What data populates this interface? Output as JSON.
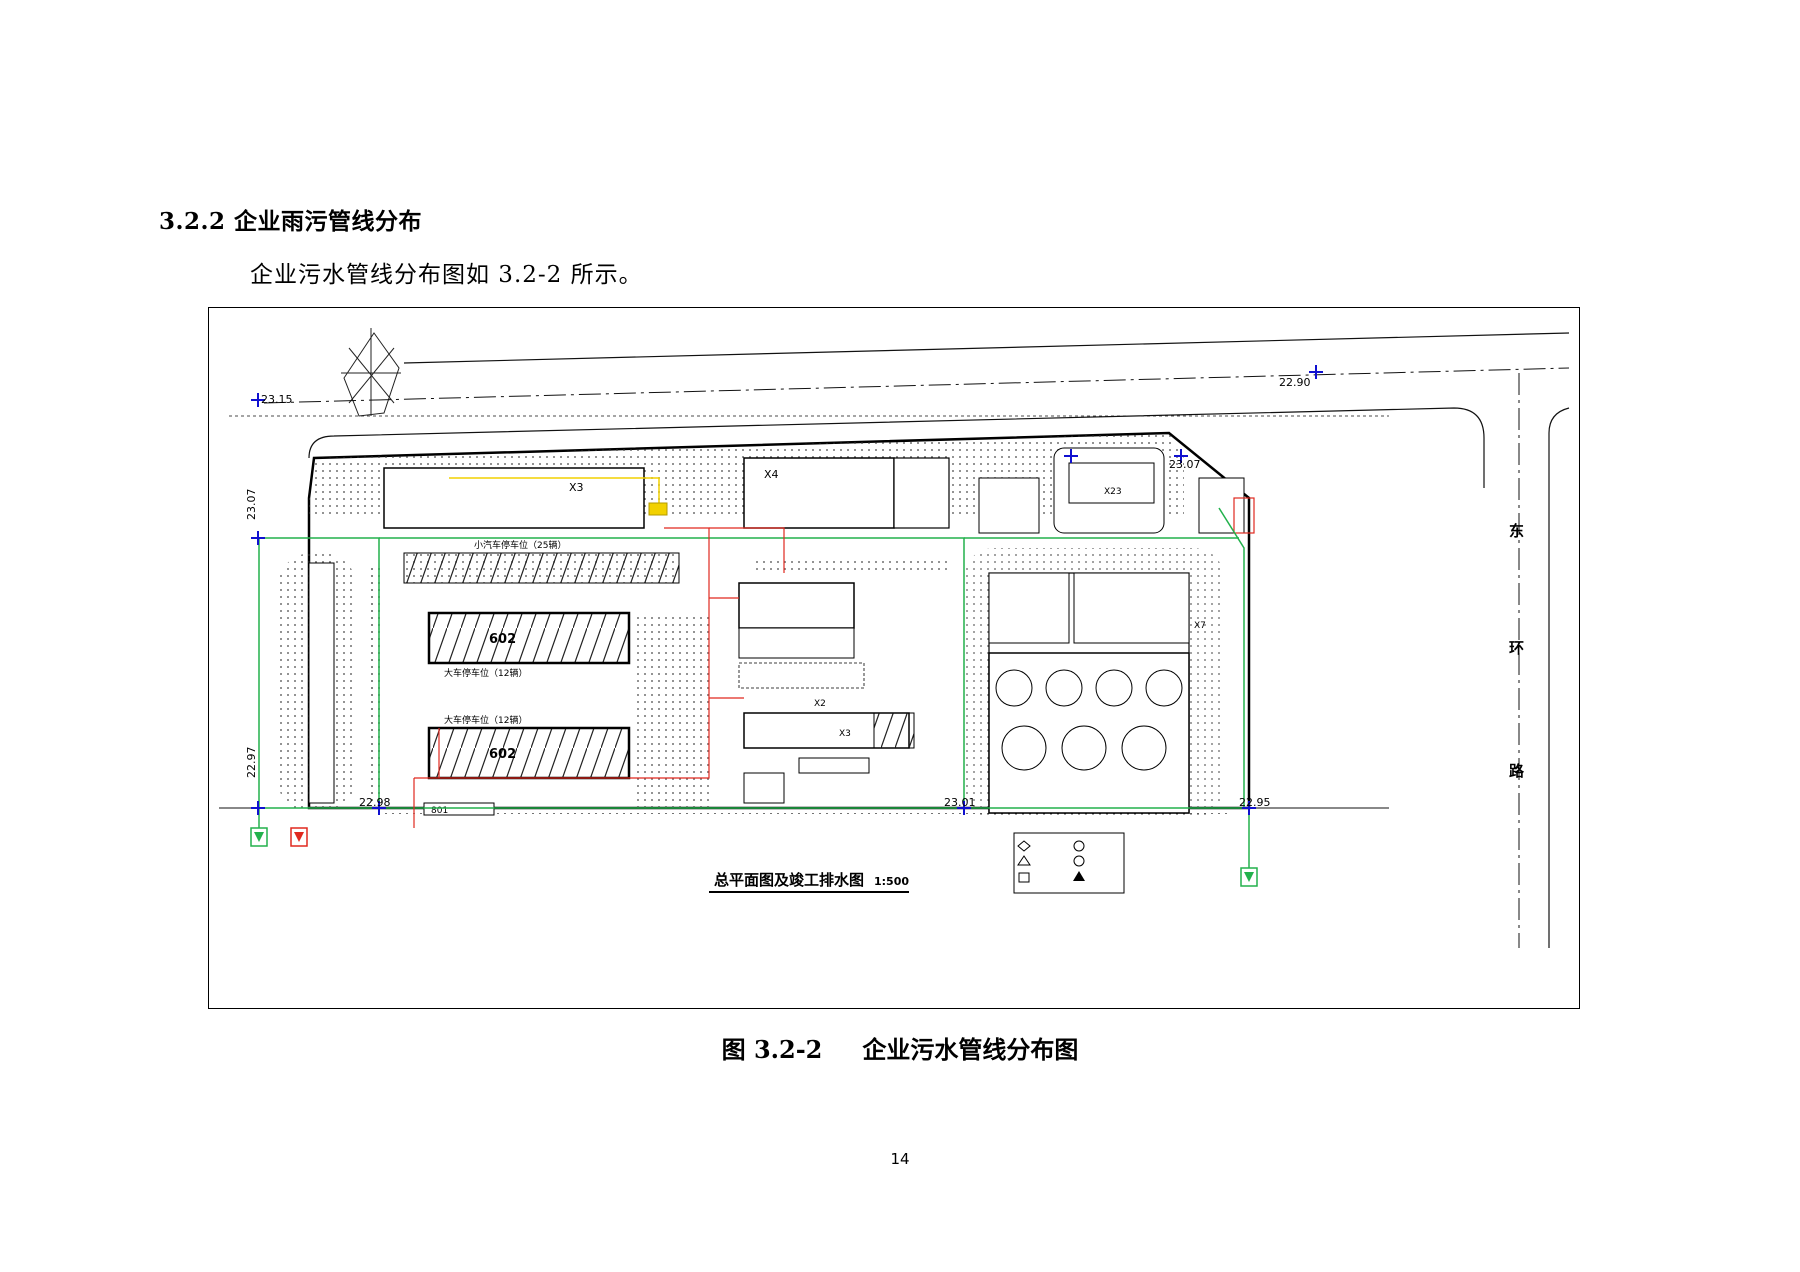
{
  "section": {
    "heading": "3.2.2 企业雨污管线分布",
    "paragraph": "企业污水管线分布图如 3.2-2 所示。"
  },
  "figure": {
    "drawing_title": "总平面图及竣工排水图",
    "drawing_scale": "1:500",
    "caption_number": "图 3.2-2",
    "caption_text": "企业污水管线分布图",
    "road_labels": [
      "东",
      "环",
      "路"
    ],
    "elevations": [
      "22.90",
      "23.15",
      "23.07",
      "23.07",
      "22.97",
      "22.98",
      "23.01",
      "22.95"
    ],
    "building_labels": {
      "x3_top": "X3",
      "x4": "X4",
      "x2_top": "X2",
      "x23": "X23",
      "x7": "X7",
      "x2_mid": "X2",
      "x3_mid": "X3",
      "ward_a": "602",
      "ward_b": "602",
      "parking_top": "小汽车停车位（25辆）",
      "parking_a": "大车停车位（12辆）",
      "parking_b": "大车停车位（12辆）",
      "bottom_block": "801"
    },
    "colors": {
      "rain_pipe": "#22b14c",
      "sewage_pipe": "#e0281e",
      "yellow_pipe": "#f2d100",
      "survey_cross": "#1010d0"
    }
  },
  "page": {
    "number": "14"
  }
}
